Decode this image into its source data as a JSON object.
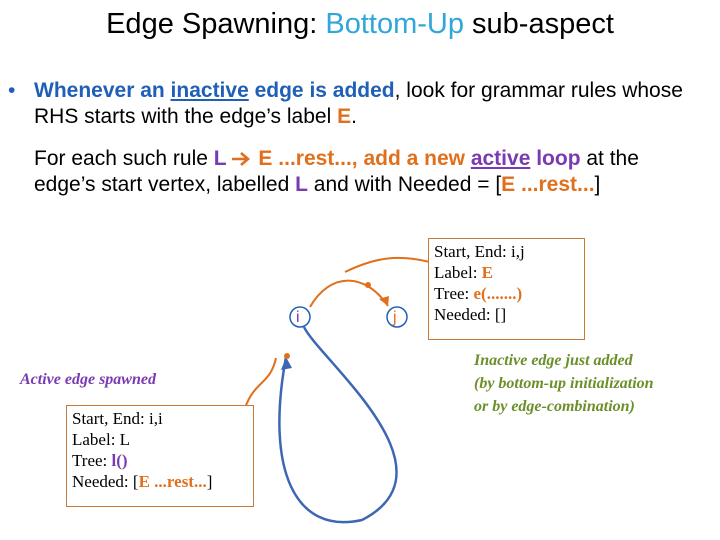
{
  "slide": {
    "title_part1": "Edge Spawning: ",
    "title_highlight": "Bottom-Up",
    "title_part2": " sub-aspect"
  },
  "bullet": {
    "symbol": "•",
    "seg1": "Whenever an ",
    "seg2": "inactive",
    "seg3": " edge is added",
    "seg4": ", look for grammar rules whose RHS starts with the edge’s label ",
    "seg5": "E",
    "seg6": "."
  },
  "para": {
    "seg1": "For each such rule  ",
    "seg2": "L",
    "seg3": " E ...rest...,  add a new ",
    "seg4": "active",
    "seg5": " loop",
    "seg6": " at the edge’s start vertex, labelled ",
    "seg7": "L",
    "seg8": " and with Needed = [",
    "seg9": "E",
    "seg10": " ...rest...",
    "seg11": "]"
  },
  "diagram": {
    "vertex_i": "i",
    "vertex_j": "j",
    "inactive_box": {
      "line1": "Start, End: i,j",
      "label_prefix": "Label: ",
      "label_value": "E",
      "tree_prefix": "Tree: ",
      "tree_value": "e(.......)",
      "needed": "Needed: []"
    },
    "active_box": {
      "line1": "Start, End: i,i",
      "label": "Label: L",
      "tree_prefix": "Tree: ",
      "tree_value": "l()",
      "needed_prefix": "Needed: [",
      "needed_e": "E",
      "needed_rest": " ...rest...",
      "needed_suffix": "]"
    },
    "caption_active": "Active edge spawned",
    "caption_inactive_line1": "Inactive edge just added",
    "caption_inactive_line2": "(by bottom-up initialization",
    "caption_inactive_line3": "or by edge-combination)"
  },
  "colors": {
    "title_highlight": "#31a6d9",
    "blue_text": "#1f5fb8",
    "orange": "#e0701c",
    "purple": "#7a3ab0",
    "green_caption": "#6b8f2a",
    "loop_edge": "#3d67b5"
  }
}
